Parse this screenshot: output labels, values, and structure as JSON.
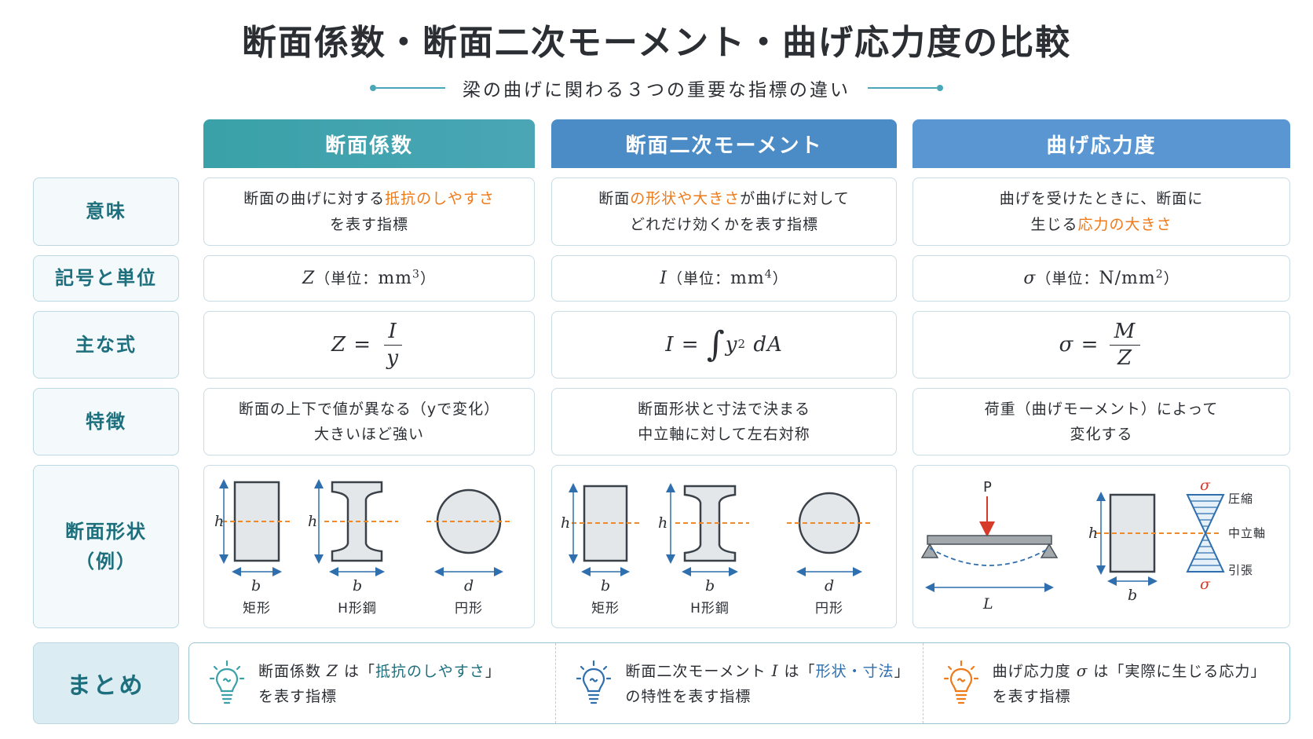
{
  "title": "断面係数・断面二次モーメント・曲げ応力度の比較",
  "subtitle": "梁の曲げに関わる３つの重要な指標の違い",
  "colors": {
    "teal": "#3aa1a8",
    "blue": "#4c8cc6",
    "blue2": "#5a97d2",
    "orange": "#ef7a1a",
    "red": "#d63b2a"
  },
  "columns": [
    "断面係数",
    "断面二次モーメント",
    "曲げ応力度"
  ],
  "rows": {
    "meaning": {
      "label": "意味",
      "c1": {
        "a": "断面の曲げに対する",
        "hl": "抵抗のしやすさ",
        "b": "を表す指標"
      },
      "c2": {
        "a": "断面",
        "hl": "の形状や大きさ",
        "b": "が曲げに対して",
        "c": "どれだけ効くかを表す指標"
      },
      "c3": {
        "a": "曲げを受けたときに、断面に",
        "b": "生じる",
        "hl": "応力の大きさ"
      }
    },
    "symbol": {
      "label": "記号と単位",
      "c1": {
        "sym": "Z",
        "open": "（単位：",
        "unit": "mm",
        "exp": "3",
        "close": "）"
      },
      "c2": {
        "sym": "I",
        "open": "（単位：",
        "unit": "mm",
        "exp": "4",
        "close": "）"
      },
      "c3": {
        "sym": "σ",
        "open": "（単位：",
        "unit": "N/mm",
        "exp": "2",
        "close": "）"
      }
    },
    "formula": {
      "label": "主な式",
      "c1": {
        "lhs": "Z",
        "eq": "=",
        "num": "I",
        "den": "y"
      },
      "c2": {
        "lhs": "I",
        "eq": "=",
        "int": "∫",
        "body": "y",
        "exp": "2",
        "d": "dA"
      },
      "c3": {
        "lhs": "σ",
        "eq": "=",
        "num": "M",
        "den": "Z"
      }
    },
    "feature": {
      "label": "特徴",
      "c1": {
        "l1": "断面の上下で値が異なる（yで変化）",
        "l2": "大きいほど強い"
      },
      "c2": {
        "l1": "断面形状と寸法で決まる",
        "l2": "中立軸に対して左右対称"
      },
      "c3": {
        "l1": "荷重（曲げモーメント）によって",
        "l2": "変化する"
      }
    },
    "shape": {
      "label1": "断面形状",
      "label2": "（例）",
      "dims": {
        "h": "h",
        "b": "b",
        "d": "d",
        "L": "L",
        "P": "P",
        "sigma": "σ"
      },
      "names": {
        "rect": "矩形",
        "h_beam": "H形鋼",
        "circle": "円形"
      },
      "stress_labels": {
        "comp": "圧縮",
        "neutral": "中立軸",
        "tension": "引張"
      }
    }
  },
  "summary": {
    "label": "まとめ",
    "items": [
      {
        "a": "断面係数 ",
        "sym": "Z",
        "b": " は「",
        "hl": "抵抗のしやすさ",
        "c": "」",
        "d": "を表す指標"
      },
      {
        "a": "断面二次モーメント ",
        "sym": "I",
        "b": " は「",
        "hl": "形状・寸法",
        "c": "」",
        "d": "の特性を表す指標"
      },
      {
        "a": "曲げ応力度 ",
        "sym": "σ",
        "b": " は「",
        "hl": "実際に生じる応力",
        "c": "」",
        "d": "を表す指標"
      }
    ]
  }
}
